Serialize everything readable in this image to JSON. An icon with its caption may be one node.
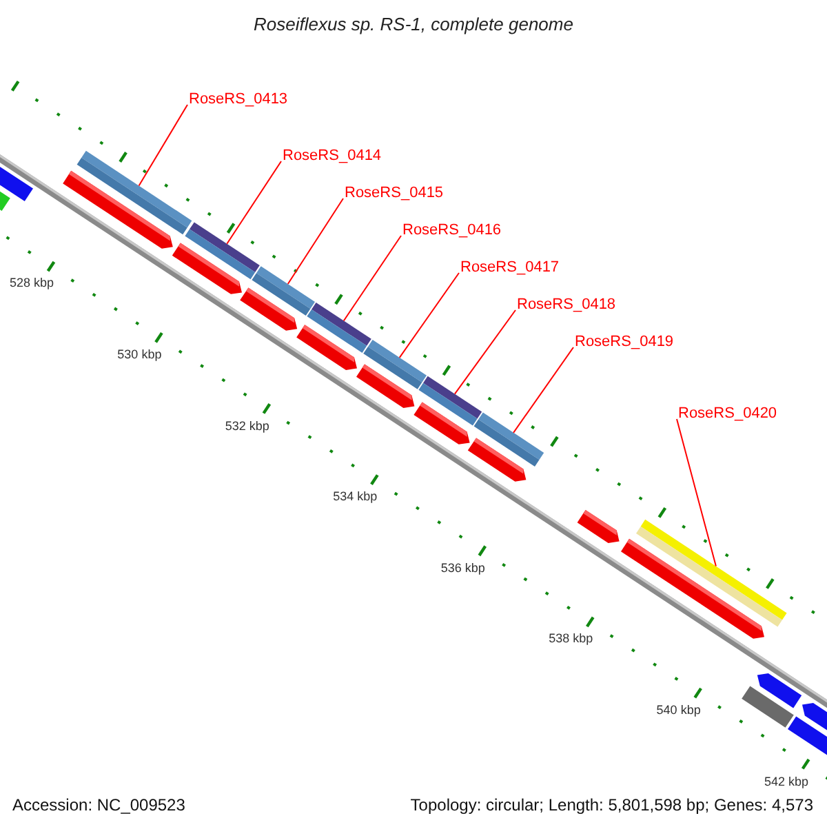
{
  "diagram": {
    "title": "Roseiflexus sp. RS-1, complete genome",
    "nodes": [
      {
        "text": [
          "RoseRS_0413"
        ]
      },
      {
        "text": [
          "RoseRS_0414"
        ]
      },
      {
        "text": [
          "RoseRS_0415"
        ]
      },
      {
        "text": [
          "RoseRS_0416"
        ]
      },
      {
        "text": [
          "RoseRS_0417"
        ]
      },
      {
        "text": [
          "RoseRS_0418"
        ]
      },
      {
        "text": [
          "RoseRS_0419"
        ]
      },
      {
        "text": [
          "RoseRS_0420"
        ]
      },
      {
        "text": [],
        "shape": "bar"
      },
      {
        "text": [],
        "shape": "bar"
      },
      {
        "text": [],
        "shape": "bar"
      },
      {
        "text": [],
        "shape": "bar"
      },
      {
        "text": [],
        "shape": "bar"
      },
      {
        "text": [],
        "shape": "bar"
      },
      {
        "text": [],
        "shape": "bar"
      },
      {
        "text": [],
        "shape": "bar"
      }
    ],
    "edges": [
      {
        "from": 0,
        "to": 8,
        "arrow": "none"
      },
      {
        "from": 1,
        "to": 9,
        "arrow": "none"
      },
      {
        "from": 2,
        "to": 10,
        "arrow": "none"
      },
      {
        "from": 3,
        "to": 11,
        "arrow": "none"
      },
      {
        "from": 4,
        "to": 12,
        "arrow": "none"
      },
      {
        "from": 5,
        "to": 13,
        "arrow": "none"
      },
      {
        "from": 6,
        "to": 14,
        "arrow": "none"
      },
      {
        "from": 7,
        "to": 15,
        "arrow": "none"
      }
    ],
    "labels": [
      "528 kbp",
      "530 kbp",
      "532 kbp",
      "534 kbp",
      "536 kbp",
      "538 kbp",
      "540 kbp",
      "542 kbp",
      "Accession: NC_009523",
      "Topology: circular; Length: 5,801,598 bp; Genes: 4,573"
    ]
  }
}
